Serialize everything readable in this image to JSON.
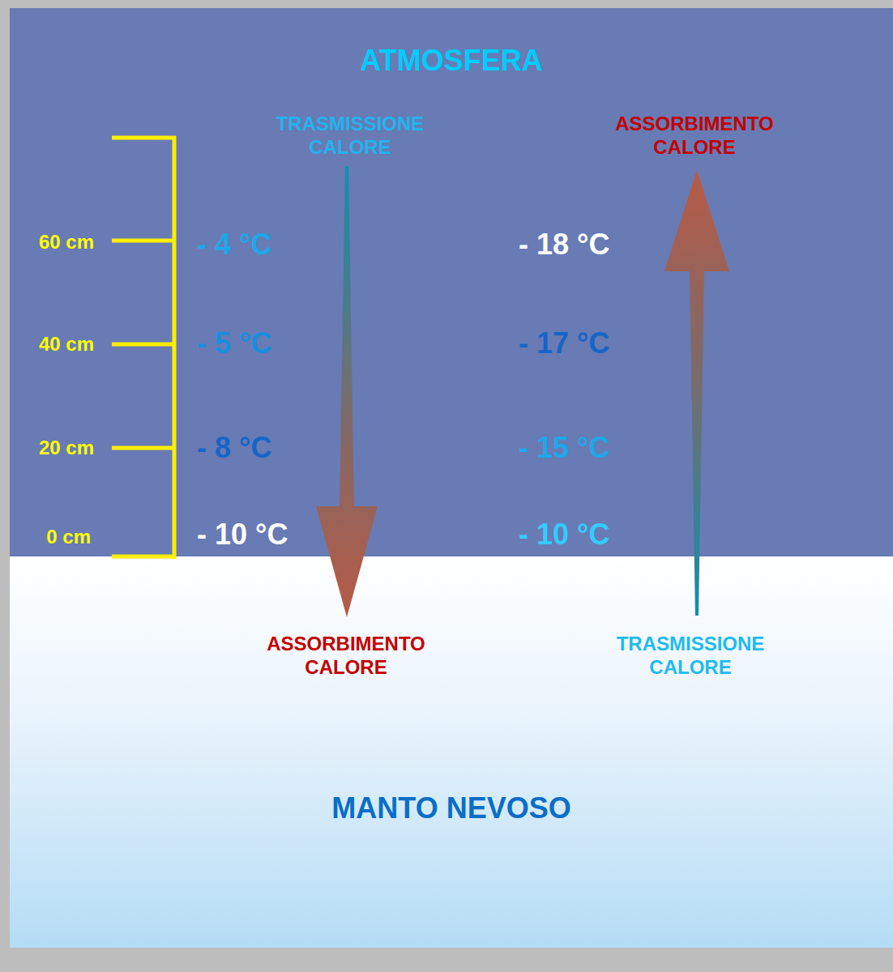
{
  "diagram": {
    "nodes": [
      {
        "text": [
          "ATMOSFERA"
        ]
      },
      {
        "text": [
          "MANTO NEVOSO"
        ]
      }
    ],
    "labels": [
      "TRASMISSIONE CALORE",
      "ASSORBIMENTO CALORE",
      "60 cm",
      "- 4 °C",
      "- 18 °C",
      "40 cm",
      "- 5 °C",
      "- 17 °C",
      "20 cm",
      "- 8 °C",
      "- 15 °C",
      "0 cm",
      "- 10 °C",
      "- 10 °C",
      "ASSORBIMENTO CALORE",
      "TRASMISSIONE CALORE"
    ]
  }
}
